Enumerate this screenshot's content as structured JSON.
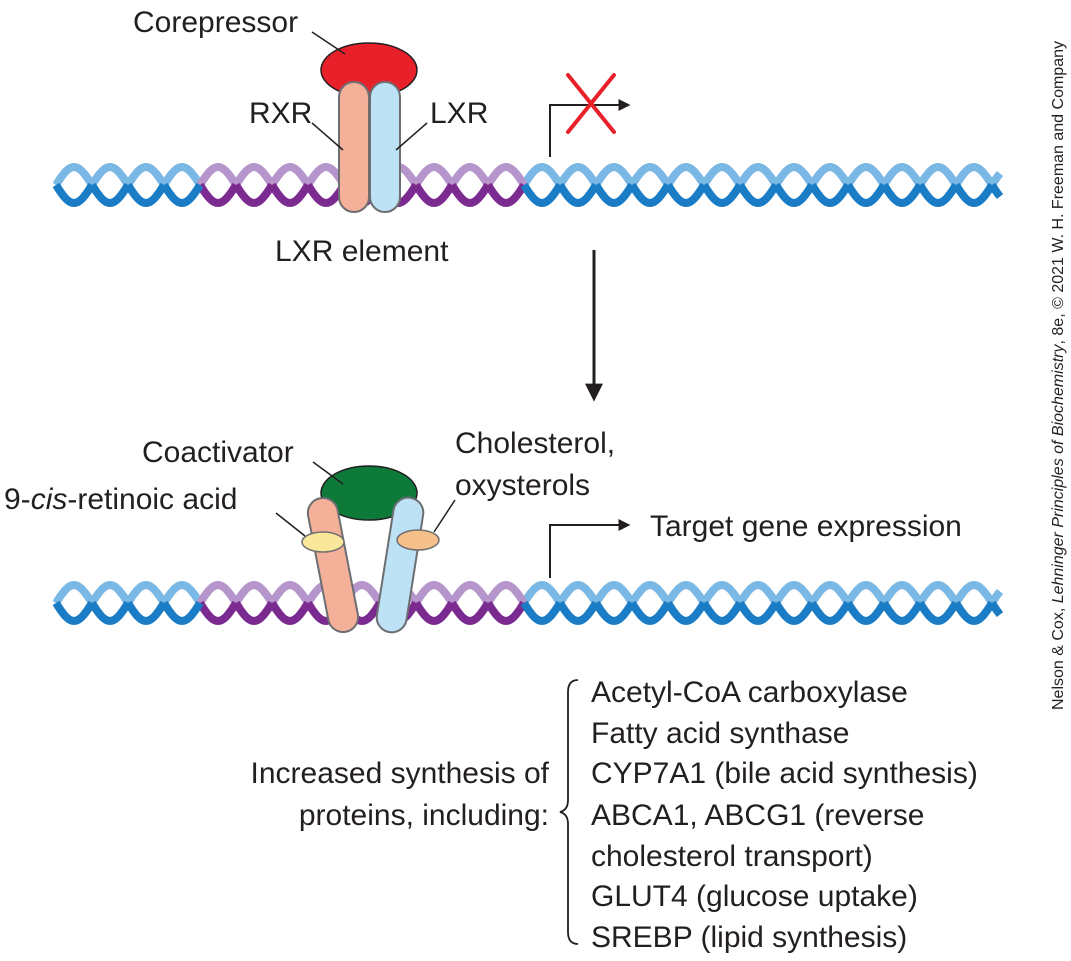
{
  "colors": {
    "helix_dark_blue": "#1a7cc4",
    "helix_light_blue": "#7ab8e6",
    "element_dark_purple": "#7b2a8f",
    "element_light_purple": "#b694cc",
    "rxr": "#f5b09a",
    "lxr": "#bde2f6",
    "corepressor": "#e8202a",
    "coactivator": "#0d7a3a",
    "retinoic_acid_ligand": "#fbe79a",
    "oxysterol_ligand": "#f5c08a",
    "block_x": "#e8202a"
  },
  "top": {
    "corepressor_label": "Corepressor",
    "rxr_label": "RXR",
    "lxr_label": "LXR",
    "element_label": "LXR element",
    "transcription_arrow_icon": "bent-arrow-icon",
    "block_icon": "red-x-icon"
  },
  "bottom": {
    "coactivator_label": "Coactivator",
    "retinoic_label_prefix": "9-",
    "retinoic_label_italic": "cis",
    "retinoic_label_suffix": "-retinoic acid",
    "cholesterol_label_line1": "Cholesterol,",
    "cholesterol_label_line2": "oxysterols",
    "target_label": "Target gene expression",
    "transcription_arrow_icon": "bent-arrow-icon"
  },
  "synthesis": {
    "intro_line1": "Increased synthesis of",
    "intro_line2": "proteins, including:",
    "proteins": [
      "Acetyl-CoA carboxylase",
      "Fatty acid synthase",
      "CYP7A1 (bile acid synthesis)",
      "ABCA1, ABCG1 (reverse",
      "cholesterol transport)",
      "GLUT4 (glucose uptake)",
      "SREBP (lipid synthesis)"
    ]
  },
  "credit": {
    "prefix": "Nelson & Cox, ",
    "title": "Lehninger Principles of Biochemistry",
    "suffix": ", 8e, © 2021 W. H. Freeman and Company"
  }
}
